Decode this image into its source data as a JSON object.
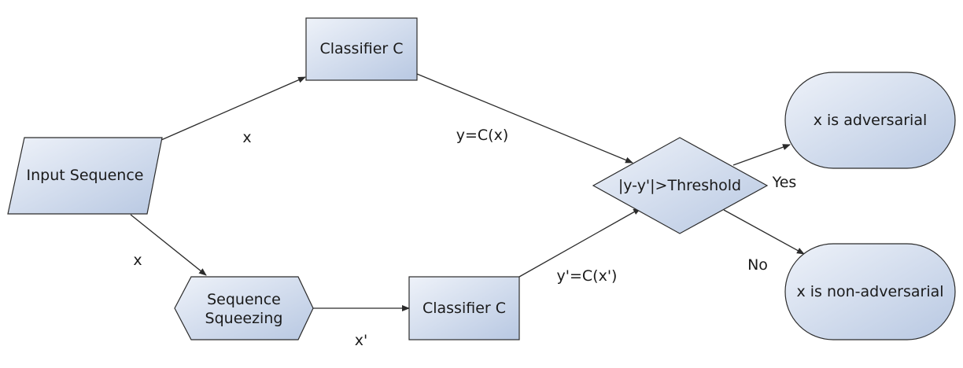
{
  "nodes": {
    "classifier_top": "Classifier C",
    "input_sequence": "Input Sequence",
    "sequence_squeezing_line1": "Sequence",
    "sequence_squeezing_line2": "Squeezing",
    "classifier_bottom": "Classifier C",
    "threshold_decision": "|y-y'|>Threshold",
    "adversarial": "x is adversarial",
    "non_adversarial": "x is non-adversarial"
  },
  "edges": {
    "input_to_classifier": "x",
    "input_to_squeezing": "x",
    "squeezing_to_classifier": "x'",
    "classifier_top_to_decision": "y=C(x)",
    "classifier_bottom_to_decision": "y'=C(x')",
    "decision_yes": "Yes",
    "decision_no": "No"
  },
  "colors": {
    "node_fill_light": "#eef2f9",
    "node_fill_dark": "#b8c8e2",
    "stroke": "#2b2b2b"
  }
}
